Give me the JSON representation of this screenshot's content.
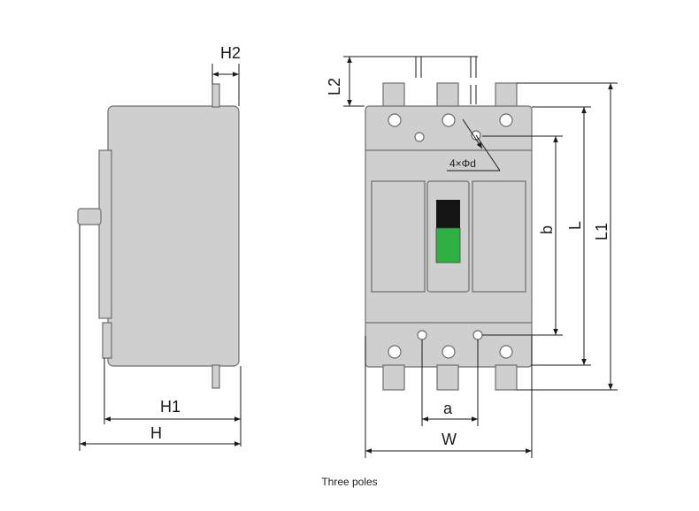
{
  "labels": {
    "H2": "H2",
    "L2": "L2",
    "H1": "H1",
    "H": "H",
    "a": "a",
    "W": "W",
    "b": "b",
    "L": "L",
    "L1": "L1",
    "hole_spec": "4×Φd"
  },
  "caption": "Three poles",
  "colors": {
    "body": "#cfcfcf",
    "body_stroke": "#6e6e6e",
    "dim_line": "#1a1a1a",
    "handle_green": "#2fb043",
    "handle_black": "#141414"
  }
}
